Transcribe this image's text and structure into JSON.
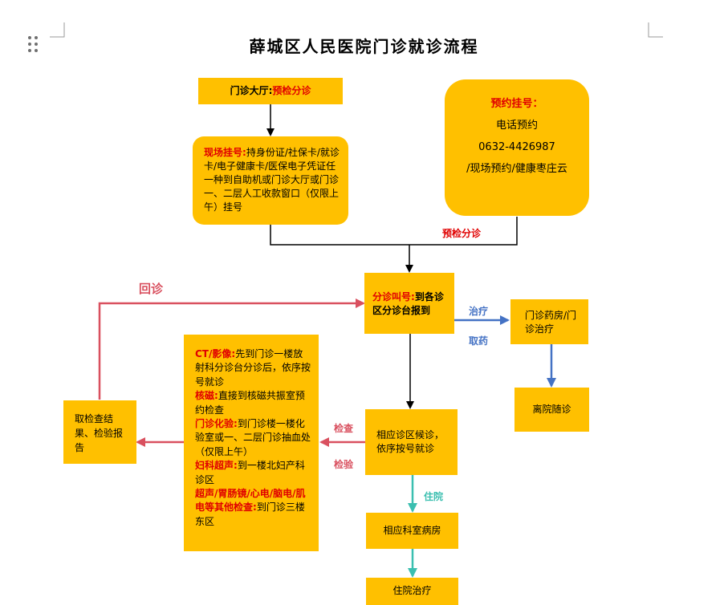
{
  "title": "薛城区人民医院门诊就诊流程",
  "colors": {
    "box": "#ffc000",
    "red": "#e00000",
    "blue": "#4472c4",
    "teal": "#3bbfb0",
    "pink": "#d9505f"
  },
  "icons": {
    "drag_handle": "drag-handle-icon"
  },
  "boxes": {
    "hall": {
      "prefix": "门诊大厅:",
      "highlight": "预检分诊"
    },
    "onsite": {
      "label": "现场挂号:",
      "text": "持身份证/社保卡/就诊卡/电子健康卡/医保电子凭证任一种到自助机或门诊大厅或门诊一、二层人工收款窗口（仅限上午）挂号"
    },
    "appointment": {
      "label": "预约挂号：",
      "line1": "电话预约",
      "line2": "0632-4426987",
      "line3": "/现场预约/健康枣庄云"
    },
    "triage": {
      "label": "分诊叫号:",
      "text": "到各诊区分诊台报到"
    },
    "pharmacy": {
      "text": "门诊药房/门诊治疗"
    },
    "leave": {
      "text": "离院随诊"
    },
    "wait": {
      "text": "相应诊区候诊，依序按号就诊"
    },
    "exams": {
      "ct_label": "CT/影像:",
      "ct_text": "先到门诊一楼放射科分诊台分诊后，依序按号就诊",
      "mri_label": "核磁:",
      "mri_text": "直接到核磁共振室预约检查",
      "lab_label": "门诊化验:",
      "lab_text": "到门诊楼一楼化验室或一、二层门诊抽血处（仅限上午）",
      "gyn_label": "妇科超声:",
      "gyn_text": "到一楼北妇产科诊区",
      "us_label": "超声/胃肠镜/心电/脑电/肌电等其他检查:",
      "us_text": "到门诊三楼东区"
    },
    "results": {
      "text": "取检查结果、检验报告"
    },
    "ward": {
      "text": "相应科室病房"
    },
    "inpatient": {
      "text": "住院治疗"
    }
  },
  "labels": {
    "triage_pre": "预检分诊",
    "return": "回诊",
    "treat": "治疗",
    "take_med": "取药",
    "check": "检查",
    "test": "检验",
    "admit": "住院"
  }
}
